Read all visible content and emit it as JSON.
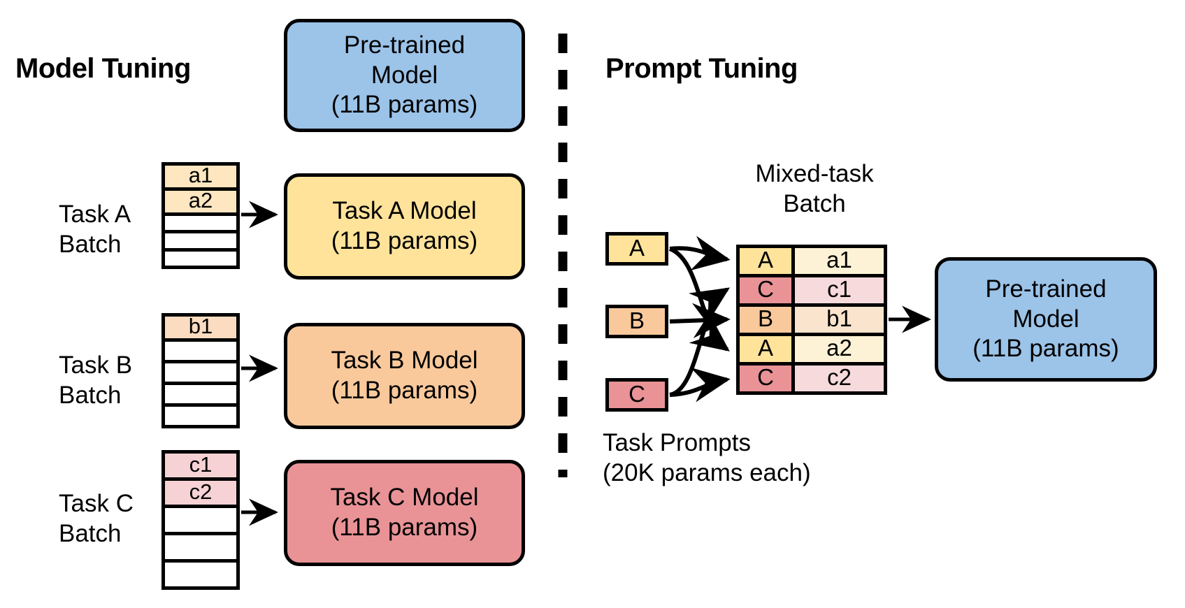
{
  "figure": {
    "left_section_title": "Model Tuning",
    "right_section_title": "Prompt Tuning",
    "divider": "vertical-dashed-divider"
  },
  "model_tuning": {
    "pretrained_model": {
      "line1": "Pre-trained",
      "line2": "Model",
      "line3": "(11B params)",
      "color": "#9CC3E8"
    },
    "tasks": [
      {
        "batch_label_line1": "Task A",
        "batch_label_line2": "Batch",
        "batch_rows": [
          "a1",
          "a2",
          "",
          "",
          ""
        ],
        "batch_fill": "#FDE6C0",
        "model_line1": "Task A Model",
        "model_line2": "(11B params)",
        "model_color": "#FFE39A"
      },
      {
        "batch_label_line1": "Task B",
        "batch_label_line2": "Batch",
        "batch_rows": [
          "b1",
          "",
          "",
          "",
          ""
        ],
        "batch_fill": "#FBDCC0",
        "model_line1": "Task B Model",
        "model_line2": "(11B params)",
        "model_color": "#F9C99C"
      },
      {
        "batch_label_line1": "Task C",
        "batch_label_line2": "Batch",
        "batch_rows": [
          "c1",
          "c2",
          "",
          "",
          ""
        ],
        "batch_fill": "#F6D2D4",
        "model_line1": "Task C Model",
        "model_line2": "(11B params)",
        "model_color": "#E99397"
      }
    ]
  },
  "prompt_tuning": {
    "mixed_batch_title_line1": "Mixed-task",
    "mixed_batch_title_line2": "Batch",
    "task_prompts_caption_line1": "Task Prompts",
    "task_prompts_caption_line2": "(20K params each)",
    "prompts": [
      {
        "label": "A",
        "color": "#FFE39A"
      },
      {
        "label": "B",
        "color": "#F9C99C"
      },
      {
        "label": "C",
        "color": "#E99397"
      }
    ],
    "mixed_rows": [
      {
        "tag": "A",
        "value": "a1",
        "tag_color": "#FFE39A",
        "value_color": "#FEF2D6"
      },
      {
        "tag": "C",
        "value": "c1",
        "tag_color": "#E99397",
        "value_color": "#F7DADC"
      },
      {
        "tag": "B",
        "value": "b1",
        "tag_color": "#F9C99C",
        "value_color": "#FBE4CE"
      },
      {
        "tag": "A",
        "value": "a2",
        "tag_color": "#FFE39A",
        "value_color": "#FEF2D6"
      },
      {
        "tag": "C",
        "value": "c2",
        "tag_color": "#E99397",
        "value_color": "#F7DADC"
      }
    ],
    "pretrained_model": {
      "line1": "Pre-trained",
      "line2": "Model",
      "line3": "(11B params)",
      "color": "#9CC3E8"
    }
  }
}
